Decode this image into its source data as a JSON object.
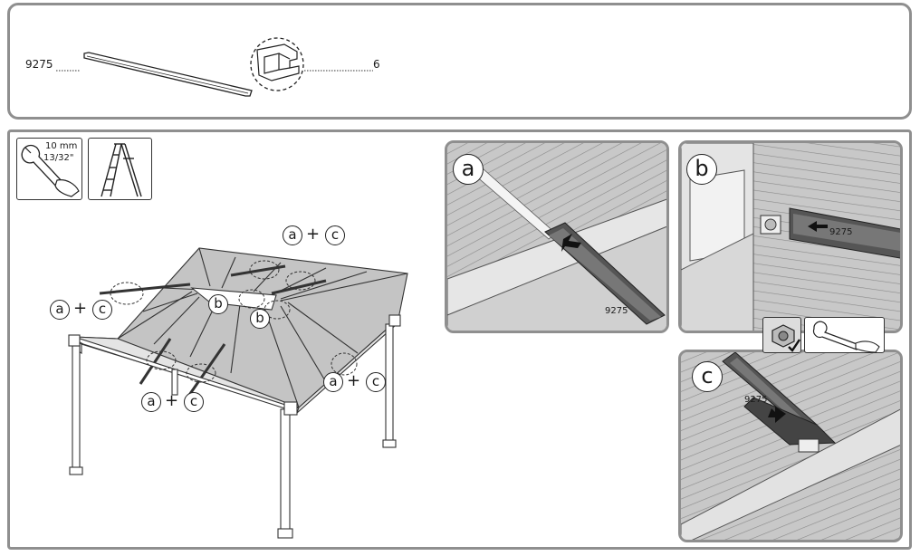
{
  "parts": {
    "part_code": "9275",
    "quantity": "6"
  },
  "tools": {
    "wrench_size_mm": "10 mm",
    "wrench_size_in": "13/32\""
  },
  "callouts": {
    "a": "a",
    "b": "b",
    "c": "c",
    "plus": "+"
  },
  "details": {
    "a_label": "a",
    "a_part": "9275",
    "b_label": "b",
    "b_part": "9275",
    "c_label": "c",
    "c_part": "9275"
  }
}
